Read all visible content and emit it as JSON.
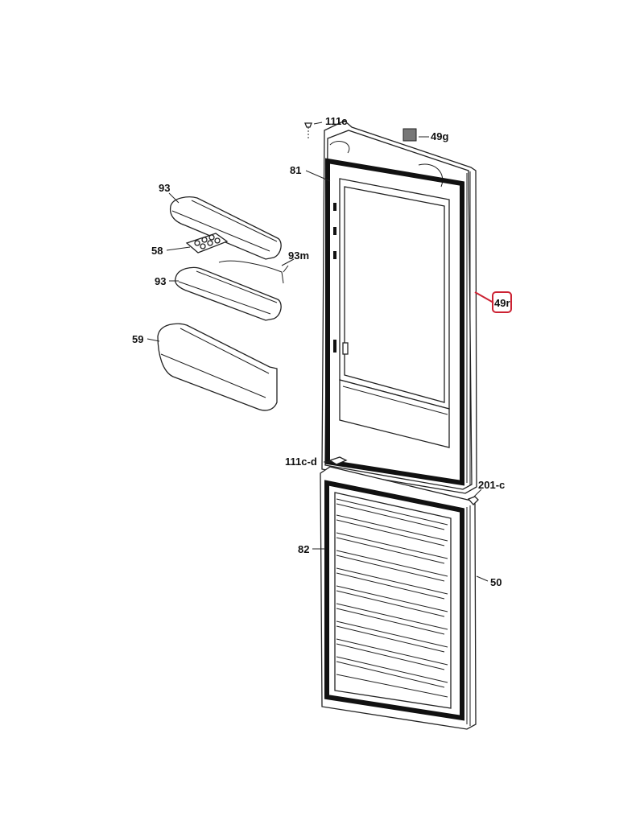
{
  "labels": {
    "p111e": "111e",
    "p49g": "49g",
    "p81": "81",
    "p93a": "93",
    "p58": "58",
    "p93m": "93m",
    "p93b": "93",
    "p59": "59",
    "p49r": "49r",
    "p111cd": "111c-d",
    "p201c": "201-c",
    "p82": "82",
    "p50": "50"
  },
  "highlight_color": "#cc2233"
}
